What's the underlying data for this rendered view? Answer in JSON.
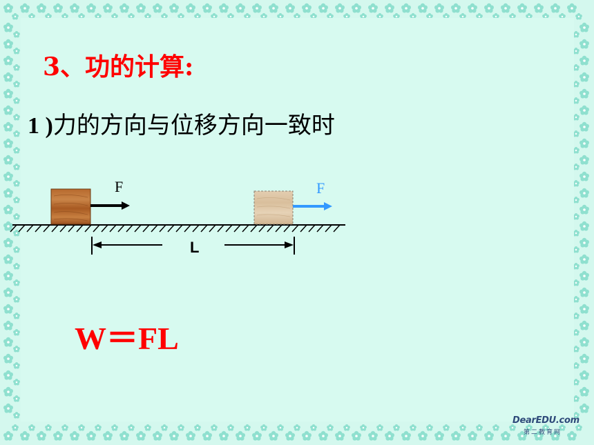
{
  "slide": {
    "title": "3、功的计算:",
    "subtitle_number": "1 )",
    "subtitle_text": "力的方向与位移方向一致时",
    "formula": "W＝FL"
  },
  "diagram": {
    "force_label_start": "F",
    "force_label_end": "F",
    "distance_label": "L"
  },
  "watermark": {
    "brand": "DearEDU.com",
    "tagline": "第二教育网"
  },
  "colors": {
    "background": "#d7faf0",
    "border_flower": "#8fe0cf",
    "title": "#ff0000",
    "formula": "#ff0000",
    "arrow_start": "#000000",
    "arrow_end": "#3399ff"
  }
}
